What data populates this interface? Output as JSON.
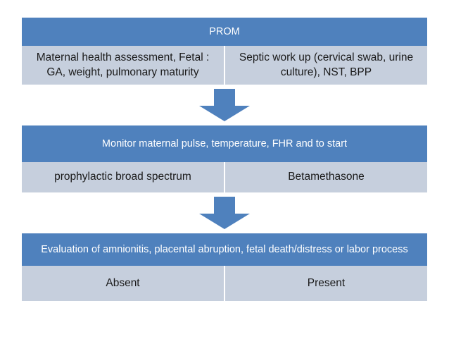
{
  "diagram": {
    "title": "PROM management flowchart",
    "colors": {
      "header": "#4f81bd",
      "body": "#c6cfdd",
      "arrow": "#4f81bd",
      "header_text": "#ffffff",
      "body_text": "#1a1a1a",
      "background": "#ffffff"
    },
    "stages": [
      {
        "header": "PROM",
        "cells": [
          "Maternal health assessment, Fetal : GA, weight, pulmonary maturity",
          "Septic work up (cervical swab, urine culture), NST, BPP"
        ]
      },
      {
        "header": "Monitor maternal pulse, temperature, FHR and to start",
        "cells": [
          "prophylactic broad spectrum",
          "Betamethasone"
        ]
      },
      {
        "header": "Evaluation of amnionitis, placental abruption, fetal death/distress or labor process",
        "cells": [
          "Absent",
          "Present"
        ]
      }
    ],
    "connectors": [
      {
        "name": "down-arrow-1"
      },
      {
        "name": "down-arrow-2"
      }
    ]
  }
}
